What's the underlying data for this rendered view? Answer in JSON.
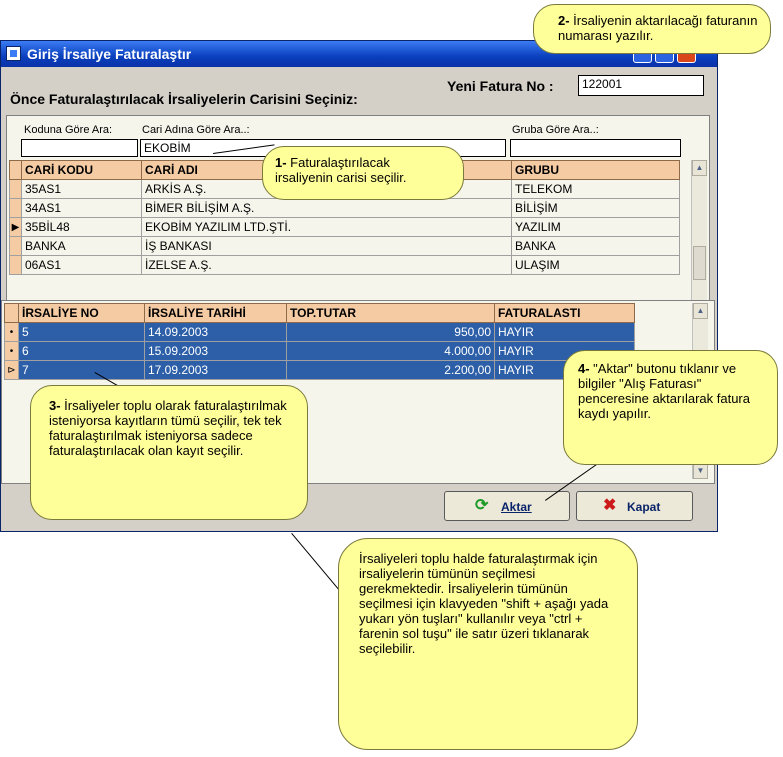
{
  "window": {
    "title": "Giriş İrsaliye Faturalaştır",
    "new_invoice_label": "Yeni Fatura No :",
    "new_invoice_value": "122001",
    "section_title": "Önce Faturalaştırılacak İrsaliyelerin Carisini Seçiniz:"
  },
  "search": {
    "by_code_label": "Koduna Göre Ara:",
    "by_code_value": "",
    "by_name_label": "Cari Adına Göre Ara..:",
    "by_name_value": "EKOBİM",
    "by_group_label": "Gruba Göre Ara..:",
    "by_group_value": ""
  },
  "customers": {
    "columns": [
      "CARİ KODU",
      "CARİ ADI",
      "GRUBU"
    ],
    "rows": [
      {
        "code": "35AS1",
        "name": "ARKİS A.Ş.",
        "group": "TELEKOM",
        "marker": ""
      },
      {
        "code": "34AS1",
        "name": "BİMER BİLİŞİM A.Ş.",
        "group": "BİLİŞİM",
        "marker": ""
      },
      {
        "code": "35BİL48",
        "name": "EKOBİM YAZILIM LTD.ŞTİ.",
        "group": "YAZILIM",
        "marker": "▶"
      },
      {
        "code": "BANKA",
        "name": "İŞ BANKASI",
        "group": "BANKA",
        "marker": ""
      },
      {
        "code": "06AS1",
        "name": "İZELSE A.Ş.",
        "group": "ULAŞIM",
        "marker": ""
      }
    ]
  },
  "waybills": {
    "columns": [
      "İRSALİYE NO",
      "İRSALİYE TARİHİ",
      "TOP.TUTAR",
      "FATURALASTI"
    ],
    "rows": [
      {
        "no": "5",
        "date": "14.09.2003",
        "total": "950,00",
        "invoiced": "HAYIR",
        "marker": "•"
      },
      {
        "no": "6",
        "date": "15.09.2003",
        "total": "4.000,00",
        "invoiced": "HAYIR",
        "marker": "•"
      },
      {
        "no": "7",
        "date": "17.09.2003",
        "total": "2.200,00",
        "invoiced": "HAYIR",
        "marker": "⊳"
      }
    ]
  },
  "buttons": {
    "transfer": "Aktar",
    "close": "Kapat"
  },
  "callouts": {
    "c1_num": "1-",
    "c1_text": " Faturalaştırılacak irsaliyenin carisi seçilir.",
    "c2_num": "2-",
    "c2_text": " İrsaliyenin aktarılacağı faturanın numarası yazılır.",
    "c3_num": "3-",
    "c3_text": " İrsaliyeler toplu olarak faturalaştırılmak isteniyorsa kayıtların tümü seçilir, tek tek faturalaştırılmak isteniyorsa sadece faturalaştırılacak olan kayıt seçilir.",
    "c4_num": "4-",
    "c4_text": " \"Aktar\" butonu tıklanır ve bilgiler \"Alış Faturası\" penceresine aktarılarak fatura kaydı yapılır.",
    "c5_text": "İrsaliyeleri toplu halde faturalaştırmak için irsaliyelerin tümünün seçilmesi gerekmektedir. İrsaliyelerin tümünün seçilmesi için klavyeden \"shift + aşağı yada yukarı yön tuşları\" kullanılır veya \"ctrl + farenin sol tuşu\" ile satır üzeri tıklanarak seçilebilir."
  },
  "colors": {
    "header_bg": "#f4cba3",
    "selected_row": "#2c5fa8",
    "callout_bg": "#ffff99",
    "window_bg": "#d4d0c8"
  }
}
